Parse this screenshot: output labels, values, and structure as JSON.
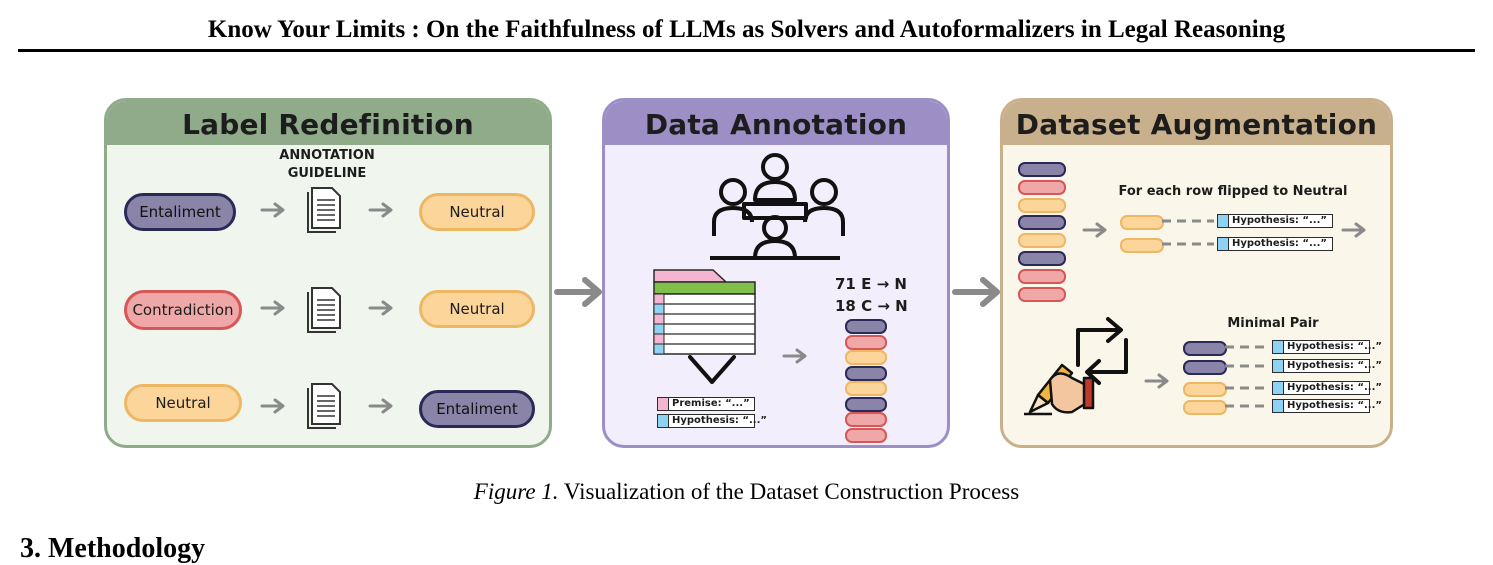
{
  "header": {
    "running_title": "Know Your Limits : On the Faithfulness of LLMs as Solvers and Autoformalizers in Legal Reasoning"
  },
  "figure": {
    "label": "Figure 1.",
    "caption": "Visualization of the Dataset Construction Process",
    "panels": {
      "label_redefinition": {
        "title": "Label Redefinition",
        "guideline_label_line1": "ANNOTATION",
        "guideline_label_line2": "GUIDELINE",
        "rows": [
          {
            "from": "Entaliment",
            "to": "Neutral"
          },
          {
            "from": "Contradiction",
            "to": "Neutral"
          },
          {
            "from": "Neutral",
            "to": "Entaliment"
          }
        ]
      },
      "data_annotation": {
        "title": "Data Annotation",
        "counts": [
          "71 E → N",
          "18 C → N"
        ],
        "premise_tag": "Premise: “...”",
        "hypothesis_tag": "Hypothesis: “...”",
        "stack": [
          "e",
          "c",
          "n",
          "e",
          "n",
          "e",
          "c",
          "c"
        ]
      },
      "dataset_augmentation": {
        "title": "Dataset Augmentation",
        "flipped_label": "For each row flipped to Neutral",
        "minimal_pair_label": "Minimal Pair",
        "hypothesis_tag": "Hypothesis: “...”",
        "stack": [
          "e",
          "c",
          "n",
          "e",
          "n",
          "e",
          "c",
          "c"
        ]
      }
    },
    "colors": {
      "entailment_fill": "#8a84a8",
      "contradiction_fill": "#f0a7a7",
      "neutral_fill": "#fbd59a",
      "panel1_header": "#8fab8a",
      "panel2_header": "#9d8fc6",
      "panel3_header": "#c8b08c"
    }
  },
  "body": {
    "next_section_heading": "3. Methodology"
  }
}
